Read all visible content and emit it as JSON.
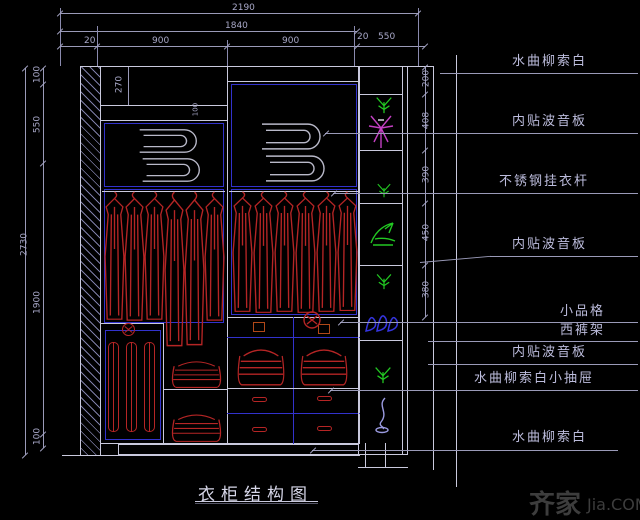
{
  "title": "衣柜结构图",
  "watermark": {
    "cn": "齐家",
    "en": "Jia.COM"
  },
  "dimensions": {
    "top_total": "2190",
    "top_inner": "1840",
    "top_row": [
      "20",
      "900",
      "900",
      "20",
      "550"
    ],
    "left_total": "2730",
    "left_row": [
      "100",
      "550",
      "1900",
      "100"
    ],
    "shelf_270": "270",
    "gap_100": "100",
    "side_row": [
      "200",
      "408",
      "390",
      "450",
      "380"
    ]
  },
  "callouts": [
    "水曲柳索白",
    "内贴波音板",
    "不锈钢挂衣杆",
    "内贴波音板",
    "小品格",
    "西裤架",
    "内贴波音板",
    "水曲柳索白小抽屉",
    "水曲柳索白"
  ],
  "colors": {
    "line": "#c9c9dd",
    "compartment_blue": "#3232cc",
    "garment_red": "#b52525",
    "plant_green": "#22c822",
    "flower_magenta": "#c340c3",
    "shoe_blue": "#3535e0",
    "label_text": "#bcbcdc"
  }
}
